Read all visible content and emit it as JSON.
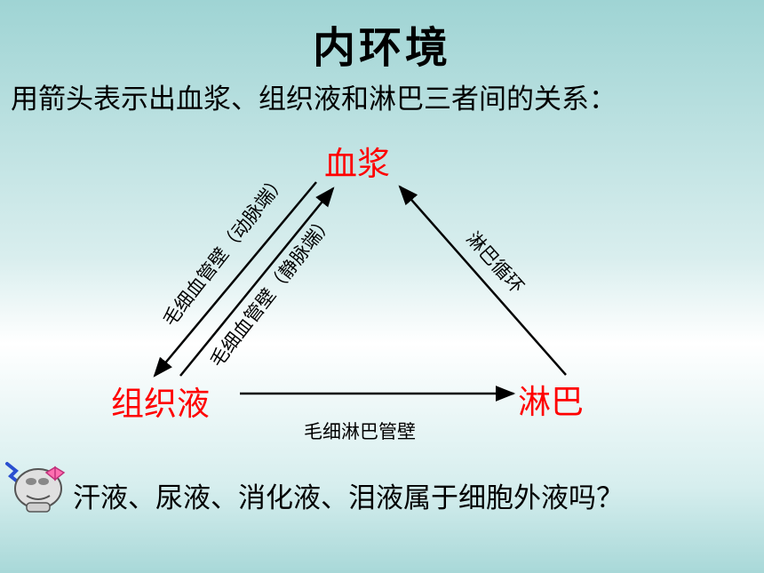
{
  "title": "内环境",
  "subtitle": "用箭头表示出血浆、组织液和淋巴三者间的关系：",
  "nodes": {
    "plasma": "血浆",
    "tissue_fluid": "组织液",
    "lymph": "淋巴"
  },
  "edges": {
    "plasma_to_tissue": "毛细血管壁（动脉端）",
    "tissue_to_plasma": "毛细血管壁（静脉端）",
    "lymph_to_plasma": "淋巴循环",
    "tissue_to_lymph": "毛细淋巴管壁"
  },
  "question": "汗液、尿液、消化液、泪液属于细胞外液吗？",
  "colors": {
    "node_text": "#ff0000",
    "text": "#000000"
  }
}
